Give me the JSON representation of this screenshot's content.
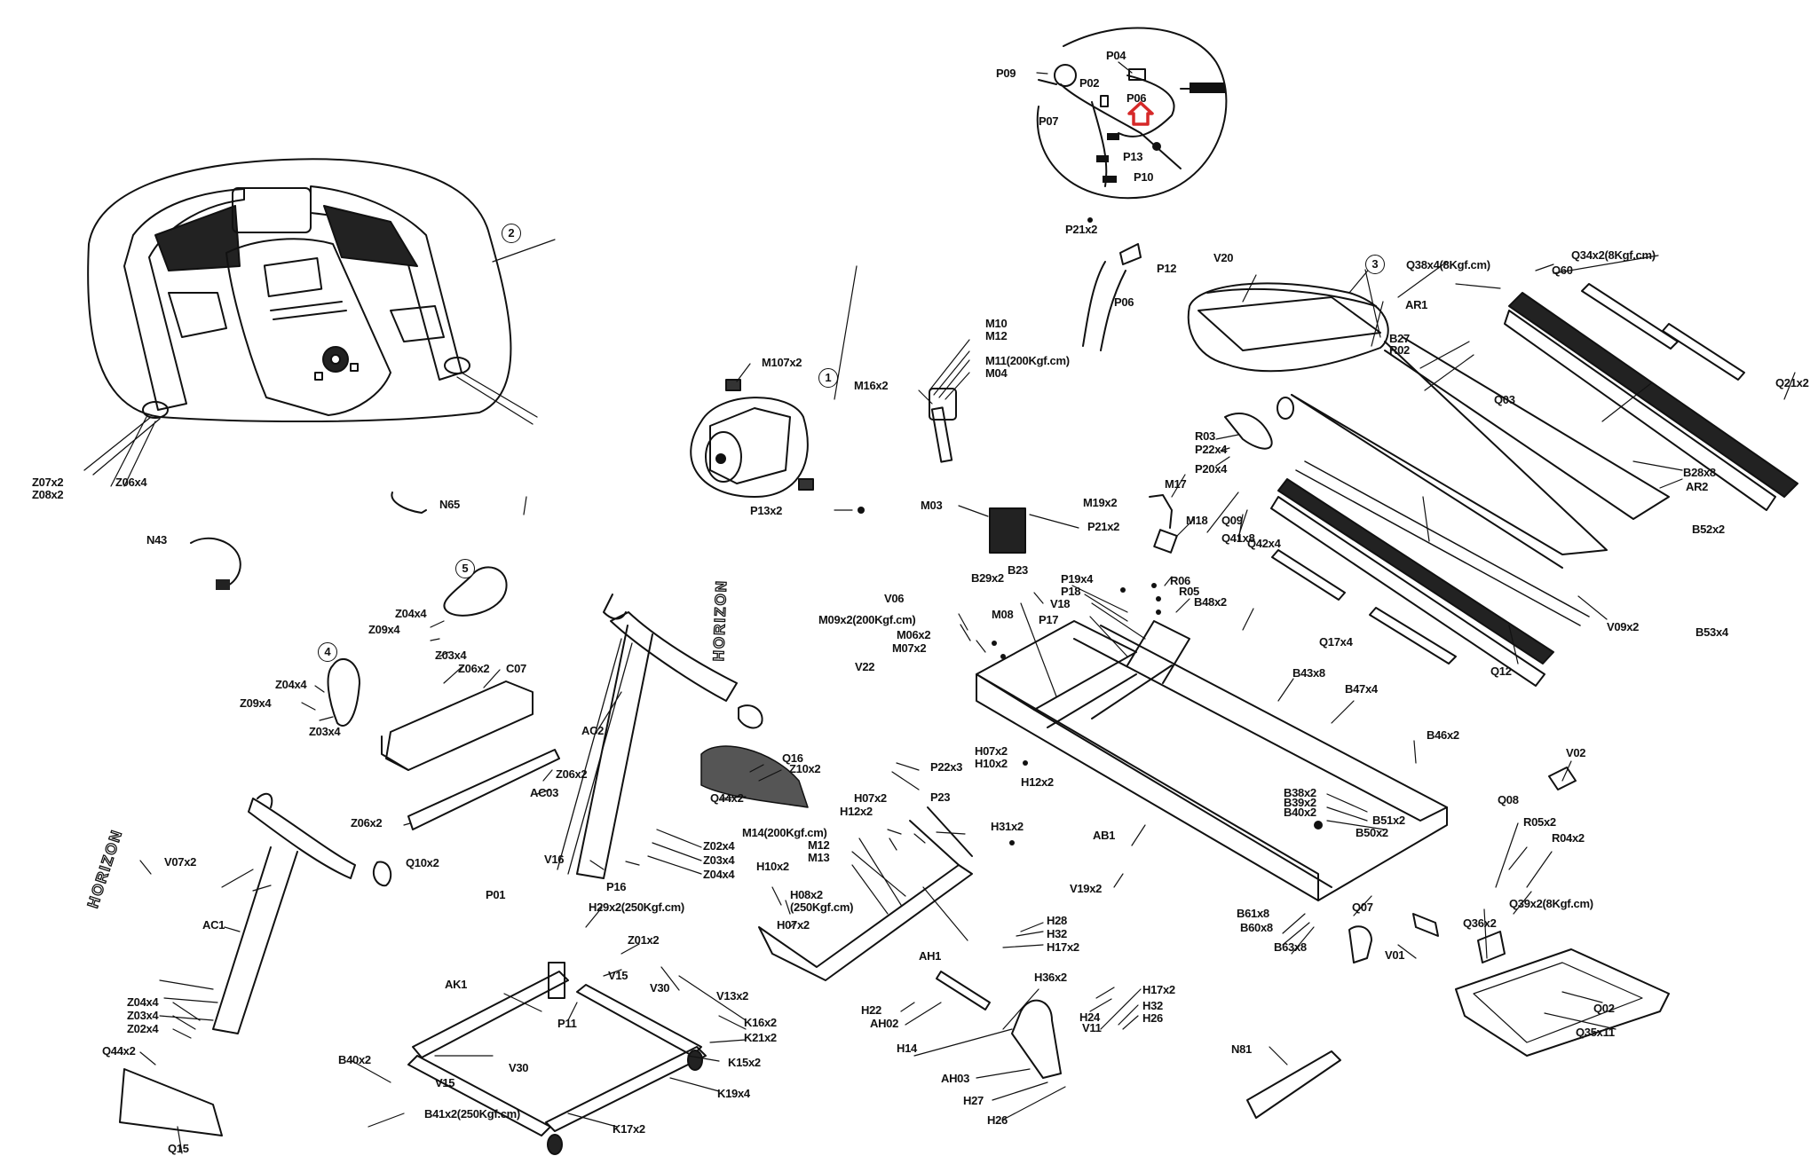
{
  "diagram": {
    "title": "Treadmill exploded parts diagram",
    "brand_text": "HORIZON",
    "highlight_color": "#d62828",
    "line_color": "#111111",
    "assembly_callouts": [
      "1",
      "2",
      "3",
      "4",
      "5"
    ],
    "groups": {
      "wiring_inset": [
        "P09",
        "P02",
        "P04",
        "P06",
        "P07",
        "P13",
        "P10"
      ],
      "console": [
        "Z07x2",
        "Z08x2",
        "Z06x4",
        "N65",
        "N43"
      ],
      "motor": [
        "M107x2",
        "P13x2",
        "M10",
        "M12",
        "M11(200Kgf.cm)",
        "M04",
        "M16x2",
        "P21x2",
        "P12",
        "P06"
      ],
      "motor_tray": [
        "M03",
        "P21x2",
        "M19x2",
        "M17",
        "M18"
      ],
      "motor_cover_deck": [
        "V20",
        "Q38x4(8Kgf.cm)",
        "AR1",
        "B27",
        "R02",
        "R03",
        "P22x4",
        "P20x4",
        "Q09",
        "Q41x8",
        "Q42x4",
        "B28x8",
        "AR2",
        "B52x2",
        "Q34x2(8Kgf.cm)",
        "Q60",
        "Q03",
        "Q21x2",
        "Q17x4",
        "Q12",
        "V09x2",
        "B53x4"
      ],
      "handles": [
        "Z04x4",
        "Z09x4",
        "Z03x4",
        "Z06x2",
        "C07",
        "AC03",
        "Z06x2",
        "Z06x2"
      ],
      "uprights": [
        "AC2",
        "Q16",
        "Z10x2",
        "Q44x2",
        "Z02x4",
        "Z03x4",
        "Z04x4",
        "V16",
        "P01",
        "P16",
        "Q10x2",
        "V07x2",
        "AC1",
        "Z04x4",
        "Z03x4",
        "Z02x4",
        "Q44x2",
        "Q15"
      ],
      "frame": [
        "V06",
        "M09x2(200Kgf.cm)",
        "M06x2",
        "M07x2",
        "V22",
        "M08",
        "B29x2",
        "B23",
        "P19x4",
        "P18",
        "V18",
        "P17",
        "R06",
        "R05",
        "B48x2",
        "B43x8",
        "B47x4",
        "B46x2",
        "B38x2",
        "B39x2",
        "B40x2",
        "B51x2",
        "B50x2",
        "AB1",
        "V19x2",
        "B61x8",
        "B60x8",
        "B63x8",
        "V02"
      ],
      "incline": [
        "P22x3",
        "P23",
        "H07x2",
        "H10x2",
        "H12x2",
        "H31x2",
        "M14(200Kgf.cm)",
        "M12",
        "M13",
        "H08x2",
        "(250Kgf.cm)",
        "AH1",
        "H28",
        "H32",
        "H17x2",
        "H22",
        "AH02",
        "H36x2",
        "H14",
        "H24",
        "V11",
        "AH03",
        "H27",
        "H26"
      ],
      "base": [
        "H29x2(250Kgf.cm)",
        "Z01x2",
        "V15",
        "V30",
        "V13x2",
        "AK1",
        "P11",
        "K16x2",
        "K21x2",
        "K15x2",
        "K19x4",
        "B40x2",
        "B41x2(250Kgf.cm)",
        "K17x2"
      ],
      "rear": [
        "Q08",
        "R05x2",
        "R04x2",
        "Q39x2(8Kgf.cm)",
        "Q36x2",
        "Q07",
        "V01",
        "Q02",
        "Q35x11",
        "N81"
      ]
    }
  },
  "labels": {
    "p09": "P09",
    "p02": "P02",
    "p04": "P04",
    "p06a": "P06",
    "p07": "P07",
    "p13": "P13",
    "p10": "P10",
    "z07": "Z07x2",
    "z08": "Z08x2",
    "z06x4": "Z06x4",
    "n65": "N65",
    "n43": "N43",
    "m107": "M107x2",
    "p13x2": "P13x2",
    "m10": "M10",
    "m12a": "M12",
    "m11": "M11(200Kgf.cm)",
    "m04": "M04",
    "m16": "M16x2",
    "p21a": "P21x2",
    "p12": "P12",
    "p06b": "P06",
    "m03": "M03",
    "p21b": "P21x2",
    "m19": "M19x2",
    "m17": "M17",
    "m18": "M18",
    "v20": "V20",
    "q38": "Q38x4(8Kgf.cm)",
    "ar1": "AR1",
    "b27": "B27",
    "r02": "R02",
    "r03": "R03",
    "p22x4": "P22x4",
    "p20": "P20x4",
    "q09": "Q09",
    "q41": "Q41x8",
    "q42": "Q42x4",
    "b28": "B28x8",
    "ar2": "AR2",
    "b52": "B52x2",
    "q34": "Q34x2(8Kgf.cm)",
    "q60": "Q60",
    "q03": "Q03",
    "q21": "Q21x2",
    "q17": "Q17x4",
    "q12": "Q12",
    "v09": "V09x2",
    "b53": "B53x4",
    "z04a": "Z04x4",
    "z09a": "Z09x4",
    "z03a": "Z03x4",
    "z04b": "Z04x4",
    "z09b": "Z09x4",
    "z03b": "Z03x4",
    "z06a": "Z06x2",
    "c07": "C07",
    "z06b": "Z06x2",
    "ac03": "AC03",
    "z06c": "Z06x2",
    "ac2": "AC2",
    "q16": "Q16",
    "z10": "Z10x2",
    "q44a": "Q44x2",
    "z02a": "Z02x4",
    "z03c": "Z03x4",
    "z04c": "Z04x4",
    "v16": "V16",
    "p01": "P01",
    "p16": "P16",
    "q10": "Q10x2",
    "v07": "V07x2",
    "ac1": "AC1",
    "z04d": "Z04x4",
    "z03d": "Z03x4",
    "z02b": "Z02x4",
    "q44b": "Q44x2",
    "q15": "Q15",
    "v06": "V06",
    "m09": "M09x2(200Kgf.cm)",
    "m06": "M06x2",
    "m07": "M07x2",
    "v22": "V22",
    "m08": "M08",
    "b29": "B29x2",
    "b23": "B23",
    "p19": "P19x4",
    "p18": "P18",
    "v18": "V18",
    "p17": "P17",
    "r06": "R06",
    "r05": "R05",
    "b48": "B48x2",
    "b43": "B43x8",
    "b47": "B47x4",
    "b46": "B46x2",
    "b38": "B38x2",
    "b39": "B39x2",
    "b40a": "B40x2",
    "b51": "B51x2",
    "b50": "B50x2",
    "ab1": "AB1",
    "v19": "V19x2",
    "b61": "B61x8",
    "b60": "B60x8",
    "b63": "B63x8",
    "v02": "V02",
    "p22x3": "P22x3",
    "p23": "P23",
    "h07a": "H07x2",
    "h10a": "H10x2",
    "h12a": "H12x2",
    "h07b": "H07x2",
    "h12b": "H12x2",
    "h31": "H31x2",
    "m14": "M14(200Kgf.cm)",
    "m12b": "M12",
    "m13": "M13",
    "h10b": "H10x2",
    "h08": "H08x2",
    "h08t": "(250Kgf.cm)",
    "h07c": "H07x2",
    "ah1": "AH1",
    "h28": "H28",
    "h32a": "H32",
    "h17a": "H17x2",
    "h22": "H22",
    "ah02": "AH02",
    "h36": "H36x2",
    "h14": "H14",
    "h24": "H24",
    "v11": "V11",
    "h17b": "H17x2",
    "h32b": "H32",
    "h26a": "H26",
    "ah03": "AH03",
    "h27": "H27",
    "h26b": "H26",
    "h29": "H29x2(250Kgf.cm)",
    "z01": "Z01x2",
    "v15a": "V15",
    "v30a": "V30",
    "v13": "V13x2",
    "ak1": "AK1",
    "p11": "P11",
    "k16": "K16x2",
    "k21": "K21x2",
    "k15": "K15x2",
    "k19": "K19x4",
    "b40b": "B40x2",
    "v15b": "V15",
    "v30b": "V30",
    "b41": "B41x2(250Kgf.cm)",
    "k17": "K17x2",
    "q08": "Q08",
    "r05x2": "R05x2",
    "r04": "R04x2",
    "q39": "Q39x2(8Kgf.cm)",
    "q36": "Q36x2",
    "q07": "Q07",
    "v01": "V01",
    "q02": "Q02",
    "q35": "Q35x11",
    "n81": "N81"
  }
}
